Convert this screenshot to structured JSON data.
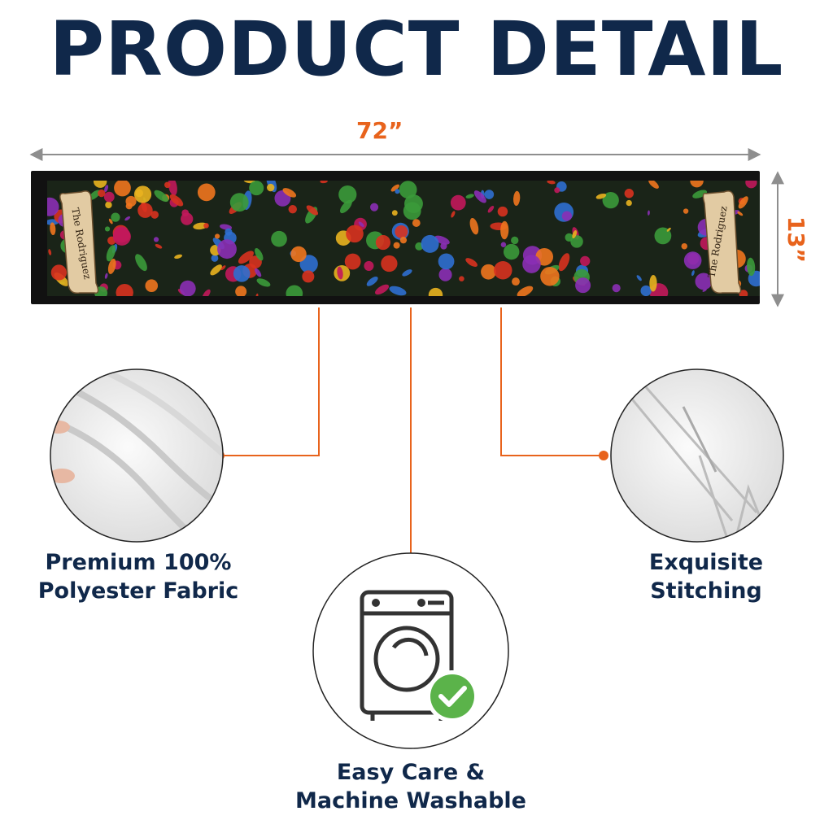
{
  "page": {
    "title": "PRODUCT DETAIL",
    "colors": {
      "navy": "#10284a",
      "orange": "#e8631c",
      "gray": "#8e8e8e",
      "runner_bg": "#141414"
    }
  },
  "dimensions": {
    "width_label": "72”",
    "height_label": "13”"
  },
  "runner": {
    "personalization_left": "The Rodriguez",
    "personalization_right": "The Rodriguez"
  },
  "features": [
    {
      "line1": "Premium 100%",
      "line2": "Polyester Fabric",
      "icon": "fabric-closeup-image"
    },
    {
      "line1": "Easy Care &",
      "line2": "Machine Washable",
      "icon": "washing-machine-icon"
    },
    {
      "line1": "Exquisite",
      "line2": "Stitching",
      "icon": "stitching-closeup-image"
    }
  ]
}
